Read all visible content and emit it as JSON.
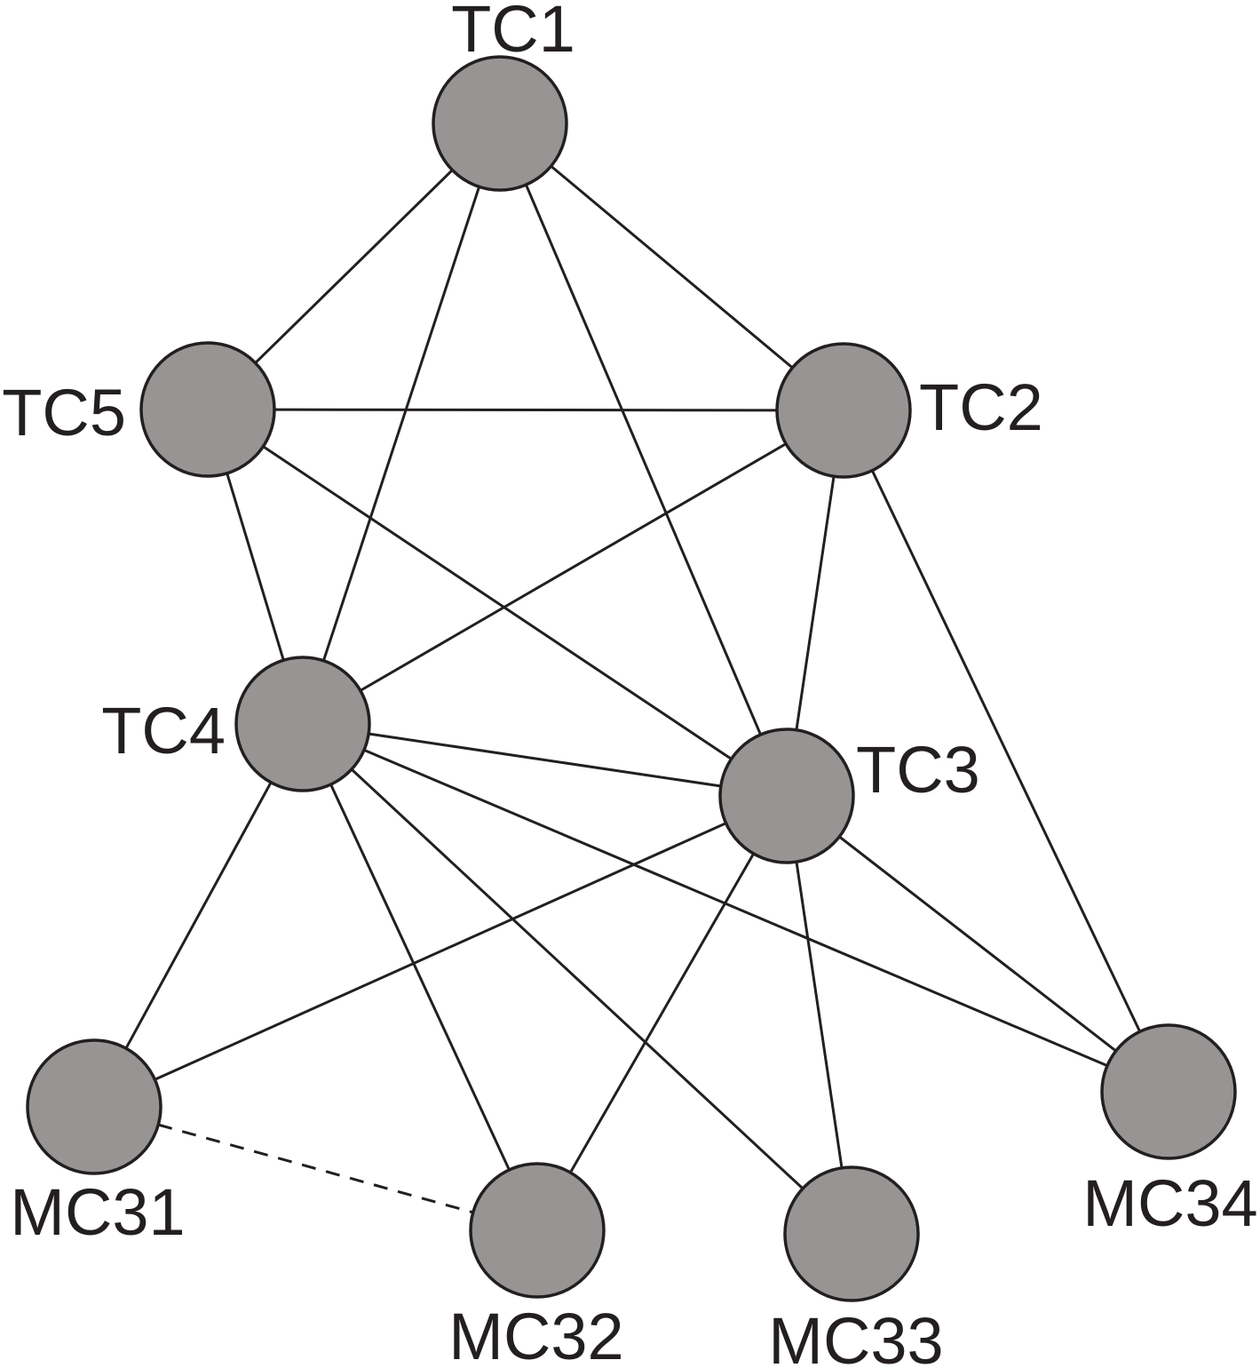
{
  "diagram": {
    "node_fill": "#969594",
    "line_color": "#231f20",
    "nodes": [
      {
        "id": "TC1",
        "label": "TC1"
      },
      {
        "id": "TC2",
        "label": "TC2"
      },
      {
        "id": "TC3",
        "label": "TC3"
      },
      {
        "id": "TC4",
        "label": "TC4"
      },
      {
        "id": "TC5",
        "label": "TC5"
      },
      {
        "id": "MC31",
        "label": "MC31"
      },
      {
        "id": "MC32",
        "label": "MC32"
      },
      {
        "id": "MC33",
        "label": "MC33"
      },
      {
        "id": "MC34",
        "label": "MC34"
      }
    ],
    "edges": [
      {
        "from": "TC1",
        "to": "TC5",
        "style": "solid"
      },
      {
        "from": "TC1",
        "to": "TC2",
        "style": "solid"
      },
      {
        "from": "TC1",
        "to": "TC4",
        "style": "solid"
      },
      {
        "from": "TC1",
        "to": "TC3",
        "style": "solid"
      },
      {
        "from": "TC5",
        "to": "TC2",
        "style": "solid"
      },
      {
        "from": "TC5",
        "to": "TC4",
        "style": "solid"
      },
      {
        "from": "TC5",
        "to": "TC3",
        "style": "solid"
      },
      {
        "from": "TC2",
        "to": "TC4",
        "style": "solid"
      },
      {
        "from": "TC2",
        "to": "TC3",
        "style": "solid"
      },
      {
        "from": "TC2",
        "to": "MC34",
        "style": "solid"
      },
      {
        "from": "TC4",
        "to": "TC3",
        "style": "solid"
      },
      {
        "from": "TC4",
        "to": "MC31",
        "style": "solid"
      },
      {
        "from": "TC4",
        "to": "MC32",
        "style": "solid"
      },
      {
        "from": "TC4",
        "to": "MC33",
        "style": "solid"
      },
      {
        "from": "TC4",
        "to": "MC34",
        "style": "solid"
      },
      {
        "from": "TC3",
        "to": "MC31",
        "style": "solid"
      },
      {
        "from": "TC3",
        "to": "MC32",
        "style": "solid"
      },
      {
        "from": "TC3",
        "to": "MC33",
        "style": "solid"
      },
      {
        "from": "TC3",
        "to": "MC34",
        "style": "solid"
      },
      {
        "from": "MC31",
        "to": "MC32",
        "style": "dashed"
      }
    ]
  }
}
